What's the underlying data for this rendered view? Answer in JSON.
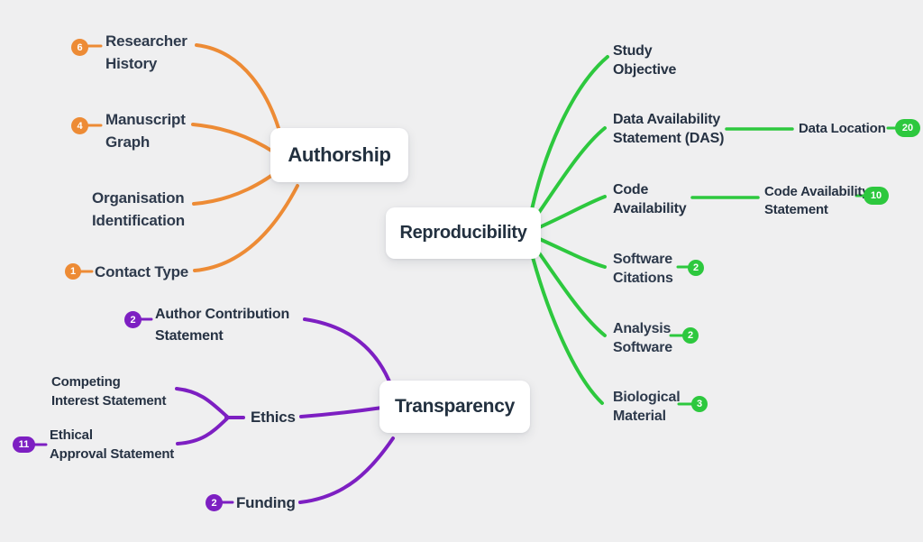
{
  "palette": {
    "background": "#efeff0",
    "orange": "#ed8b35",
    "purple": "#7d1fc2",
    "green": "#2dc83e",
    "ink": "#273445",
    "card_bg": "#ffffff"
  },
  "authorship": {
    "title": "Authorship",
    "branches": [
      {
        "badge": "6",
        "lines": [
          "Researcher",
          "History"
        ]
      },
      {
        "badge": "4",
        "lines": [
          "Manuscript",
          "Graph"
        ]
      },
      {
        "lines": [
          "Organisation",
          "Identification"
        ]
      },
      {
        "badge": "1",
        "lines": [
          "Contact Type"
        ]
      }
    ]
  },
  "transparency": {
    "title": "Transparency",
    "branches": [
      {
        "badge": "2",
        "lines": [
          "Author Contribution",
          "Statement"
        ]
      },
      {
        "label": "Ethics",
        "children": [
          {
            "lines": [
              "Competing",
              "Interest Statement"
            ]
          },
          {
            "badge": "11",
            "lines": [
              "Ethical",
              "Approval Statement"
            ]
          }
        ]
      },
      {
        "badge": "2",
        "lines": [
          "Funding"
        ]
      }
    ]
  },
  "reproducibility": {
    "title": "Reproducibility",
    "branches": [
      {
        "lines": [
          "Study",
          "Objective"
        ]
      },
      {
        "lines": [
          "Data Availability",
          "Statement (DAS)"
        ],
        "child": {
          "badge": "20",
          "lines": [
            "Data Location"
          ]
        }
      },
      {
        "lines": [
          "Code",
          "Availability"
        ],
        "child": {
          "badge": "10",
          "lines": [
            "Code Availability",
            "Statement"
          ]
        }
      },
      {
        "badge": "2",
        "lines": [
          "Software",
          "Citations"
        ]
      },
      {
        "badge": "2",
        "lines": [
          "Analysis",
          "Software"
        ]
      },
      {
        "badge": "3",
        "lines": [
          "Biological",
          "Material"
        ]
      }
    ]
  }
}
